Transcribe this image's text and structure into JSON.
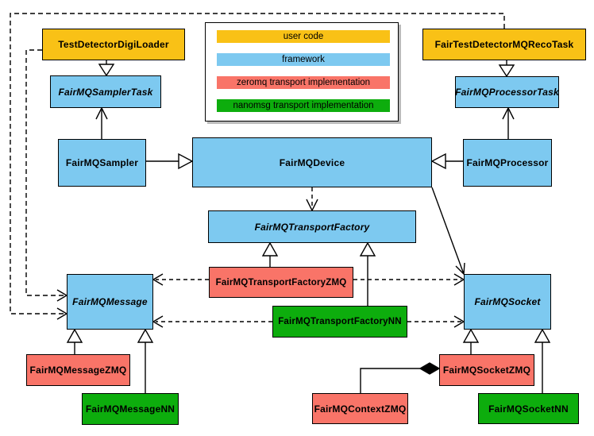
{
  "colors": {
    "user_code": "#F9C116",
    "framework": "#7DC9F0",
    "zeromq": "#F97468",
    "nanomsg": "#0DAD0D",
    "stroke": "#000000",
    "background": "#FFFFFF"
  },
  "legend": {
    "items": [
      {
        "label": "user code",
        "category": "user_code"
      },
      {
        "label": "framework",
        "category": "framework"
      },
      {
        "label": "zeromq transport implementation",
        "category": "zeromq"
      },
      {
        "label": "nanomsg transport implementation",
        "category": "nanomsg"
      }
    ]
  },
  "nodes": [
    {
      "id": "TestDetectorDigiLoader",
      "label": "TestDetectorDigiLoader",
      "category": "user_code",
      "abstract": false
    },
    {
      "id": "FairTestDetectorMQRecoTask",
      "label": "FairTestDetectorMQRecoTask",
      "category": "user_code",
      "abstract": false
    },
    {
      "id": "FairMQSamplerTask",
      "label": "FairMQSamplerTask",
      "category": "framework",
      "abstract": true
    },
    {
      "id": "FairMQProcessorTask",
      "label": "FairMQProcessorTask",
      "category": "framework",
      "abstract": true
    },
    {
      "id": "FairMQSampler",
      "label": "FairMQSampler",
      "category": "framework",
      "abstract": false
    },
    {
      "id": "FairMQDevice",
      "label": "FairMQDevice",
      "category": "framework",
      "abstract": false
    },
    {
      "id": "FairMQProcessor",
      "label": "FairMQProcessor",
      "category": "framework",
      "abstract": false
    },
    {
      "id": "FairMQTransportFactory",
      "label": "FairMQTransportFactory",
      "category": "framework",
      "abstract": true
    },
    {
      "id": "FairMQTransportFactoryZMQ",
      "label": "FairMQTransportFactoryZMQ",
      "category": "zeromq",
      "abstract": false
    },
    {
      "id": "FairMQTransportFactoryNN",
      "label": "FairMQTransportFactoryNN",
      "category": "nanomsg",
      "abstract": false
    },
    {
      "id": "FairMQMessage",
      "label": "FairMQMessage",
      "category": "framework",
      "abstract": true
    },
    {
      "id": "FairMQSocket",
      "label": "FairMQSocket",
      "category": "framework",
      "abstract": true
    },
    {
      "id": "FairMQMessageZMQ",
      "label": "FairMQMessageZMQ",
      "category": "zeromq",
      "abstract": false
    },
    {
      "id": "FairMQMessageNN",
      "label": "FairMQMessageNN",
      "category": "nanomsg",
      "abstract": false
    },
    {
      "id": "FairMQSocketZMQ",
      "label": "FairMQSocketZMQ",
      "category": "zeromq",
      "abstract": false
    },
    {
      "id": "FairMQSocketNN",
      "label": "FairMQSocketNN",
      "category": "nanomsg",
      "abstract": false
    },
    {
      "id": "FairMQContextZMQ",
      "label": "FairMQContextZMQ",
      "category": "zeromq",
      "abstract": false
    }
  ]
}
